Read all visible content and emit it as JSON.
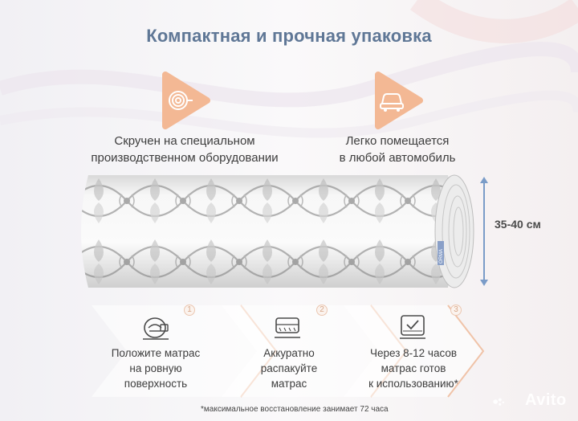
{
  "title": "Компактная и прочная упаковка",
  "features": [
    {
      "icon": "roll-spiral-icon",
      "line1": "Скручен на специальном",
      "line2": "производственном оборудовании"
    },
    {
      "icon": "car-icon",
      "line1": "Легко помещается",
      "line2": "в любой автомобиль"
    }
  ],
  "dimension_label": "35-40 см",
  "roll_tag": "ORMA",
  "steps": [
    {
      "number": "1",
      "icon": "mattress-on-floor-icon",
      "line1": "Положите матрас",
      "line2": "на ровную",
      "line3": "поверхность"
    },
    {
      "number": "2",
      "icon": "mattress-unpack-icon",
      "line1": "Аккуратно",
      "line2": "распакуйте",
      "line3": "матрас"
    },
    {
      "number": "3",
      "icon": "ready-checkmark-icon",
      "line1": "Через 8-12 часов",
      "line2": "матрас готов",
      "line3": "к использованию*"
    }
  ],
  "footnote": "*максимальное восстановление занимает 72 часа",
  "watermark": "Avito",
  "colors": {
    "accent_orange": "#f2b48f",
    "title_blue": "#5f7796",
    "arrow_blue": "#7a9cc8"
  }
}
